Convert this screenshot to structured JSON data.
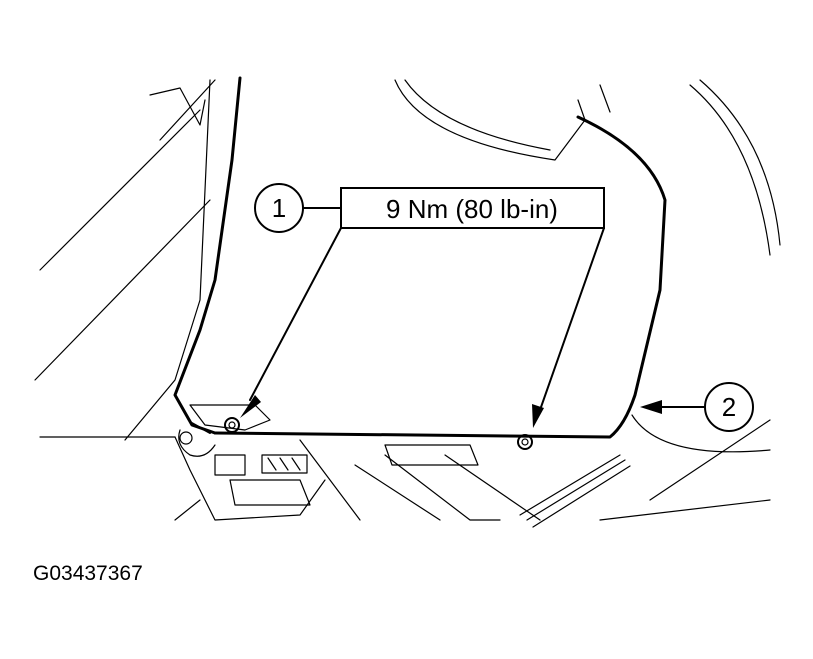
{
  "callouts": [
    {
      "number": "1"
    },
    {
      "number": "2"
    }
  ],
  "torque_spec": "9 Nm (80 lb-in)",
  "figure_id": "G03437367"
}
